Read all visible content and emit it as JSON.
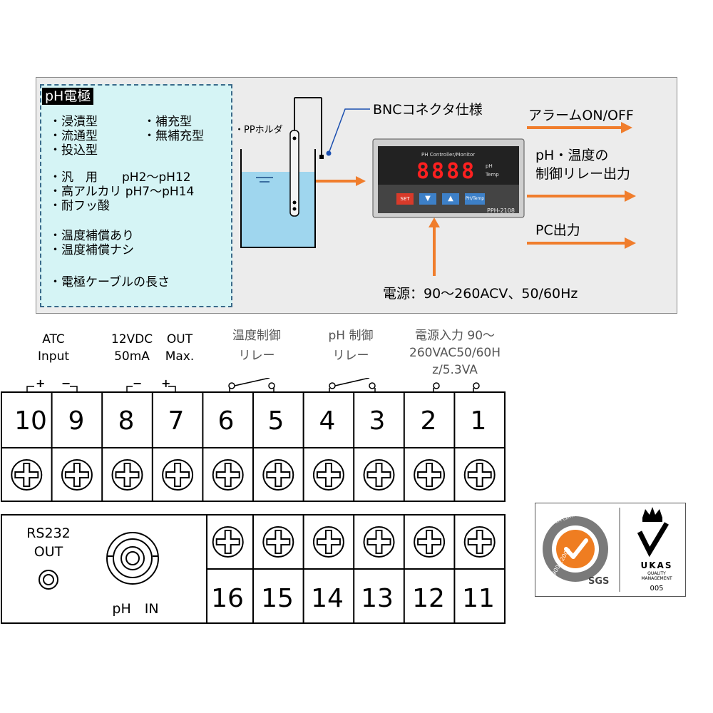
{
  "electrode": {
    "title": "pH電極",
    "types_left": [
      "・浸漬型",
      "・流通型",
      "・投込型"
    ],
    "types_right": [
      "・補充型",
      "・無補充型"
    ],
    "ranges": [
      "・汎　用　　pH2〜pH12",
      "・高アルカリ pH7〜pH14",
      "・耐フッ酸"
    ],
    "temp": [
      "・温度補償あり",
      "・温度補償ナシ"
    ],
    "cable": "・電極ケーブルの長さ"
  },
  "diagram": {
    "holder_label": "・PPホルダ",
    "bnc_label": "BNCコネクタ仕様",
    "alarm": "アラームON/OFF",
    "relay_line1": "pH・温度の",
    "relay_line2": "制御リレー出力",
    "pc_output": "PC出力",
    "power": "電源：90〜260ACV、50/60Hz"
  },
  "controller": {
    "header": "PH Controller/Monitor",
    "display": "8888",
    "ind1": "pH",
    "ind2": "Temp",
    "set_label": "SET",
    "ph_temp_label": "PH/Temp",
    "model": "PPH-2108"
  },
  "terminals": {
    "atc_label": [
      "ATC",
      "Input"
    ],
    "vdc_label": [
      "12VDC",
      "50mA"
    ],
    "out_label": [
      "OUT",
      "Max."
    ],
    "temp_relay_label": [
      "温度制御",
      "リレー"
    ],
    "ph_relay_label": [
      "pH 制御",
      "リレー"
    ],
    "power_label": [
      "電源入力 90〜",
      "260VAC50/60H",
      "z/5.3VA"
    ],
    "polarity": {
      "t10": "+",
      "t9": "−",
      "t8": "−",
      "t7": "+"
    },
    "top_row": [
      "10",
      "9",
      "8",
      "7",
      "6",
      "5",
      "4",
      "3",
      "2",
      "1"
    ],
    "bottom_row": [
      "16",
      "15",
      "14",
      "13",
      "12",
      "11"
    ],
    "rs232_label": [
      "RS232",
      "OUT"
    ],
    "ph_in_label": "pH　IN"
  },
  "certification": {
    "ring_text": "SYSTEM CERTIFICATION",
    "iso_text": "ISO 9001:2008",
    "sgs_text": "SGS",
    "ukas_text": "UKAS",
    "ukas_sub1": "QUALITY",
    "ukas_sub2": "MANAGEMENT",
    "ukas_number": "005"
  },
  "colors": {
    "panel_bg": "#ececec",
    "electrode_bg": "#d5f4f5",
    "arrow": "#f07d2c",
    "water": "#9fd6ee",
    "display_digits": "#ff2020",
    "set_button": "#d83a2a",
    "arrow_button": "#3d80c8",
    "sgs_orange": "#ef7d21"
  }
}
